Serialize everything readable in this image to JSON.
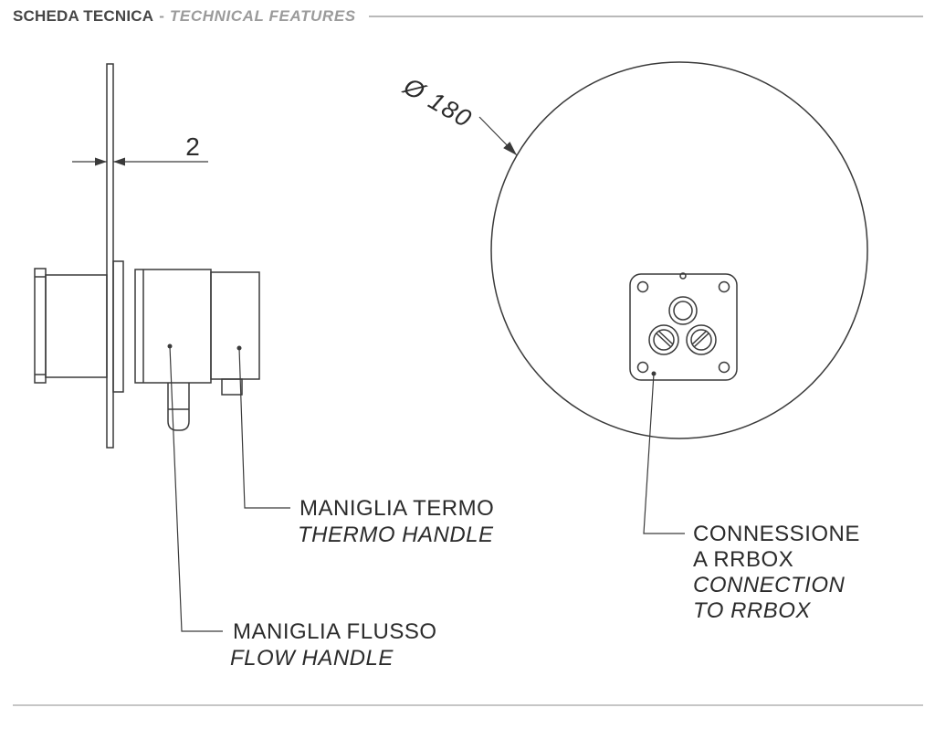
{
  "header": {
    "title_it": "SCHEDA TECNICA",
    "dash": "-",
    "title_en": "TECHNICAL FEATURES"
  },
  "side_view": {
    "thickness_dim": "2",
    "thermo_label_it": "MANIGLIA TERMO",
    "thermo_label_en": "THERMO HANDLE",
    "flow_label_it": "MANIGLIA FLUSSO",
    "flow_label_en": "FLOW HANDLE"
  },
  "front_view": {
    "diameter_label": "Ø 180",
    "connection_lines": [
      "CONNESSIONE",
      "A RRBOX",
      "CONNECTION",
      "TO RRBOX"
    ]
  }
}
